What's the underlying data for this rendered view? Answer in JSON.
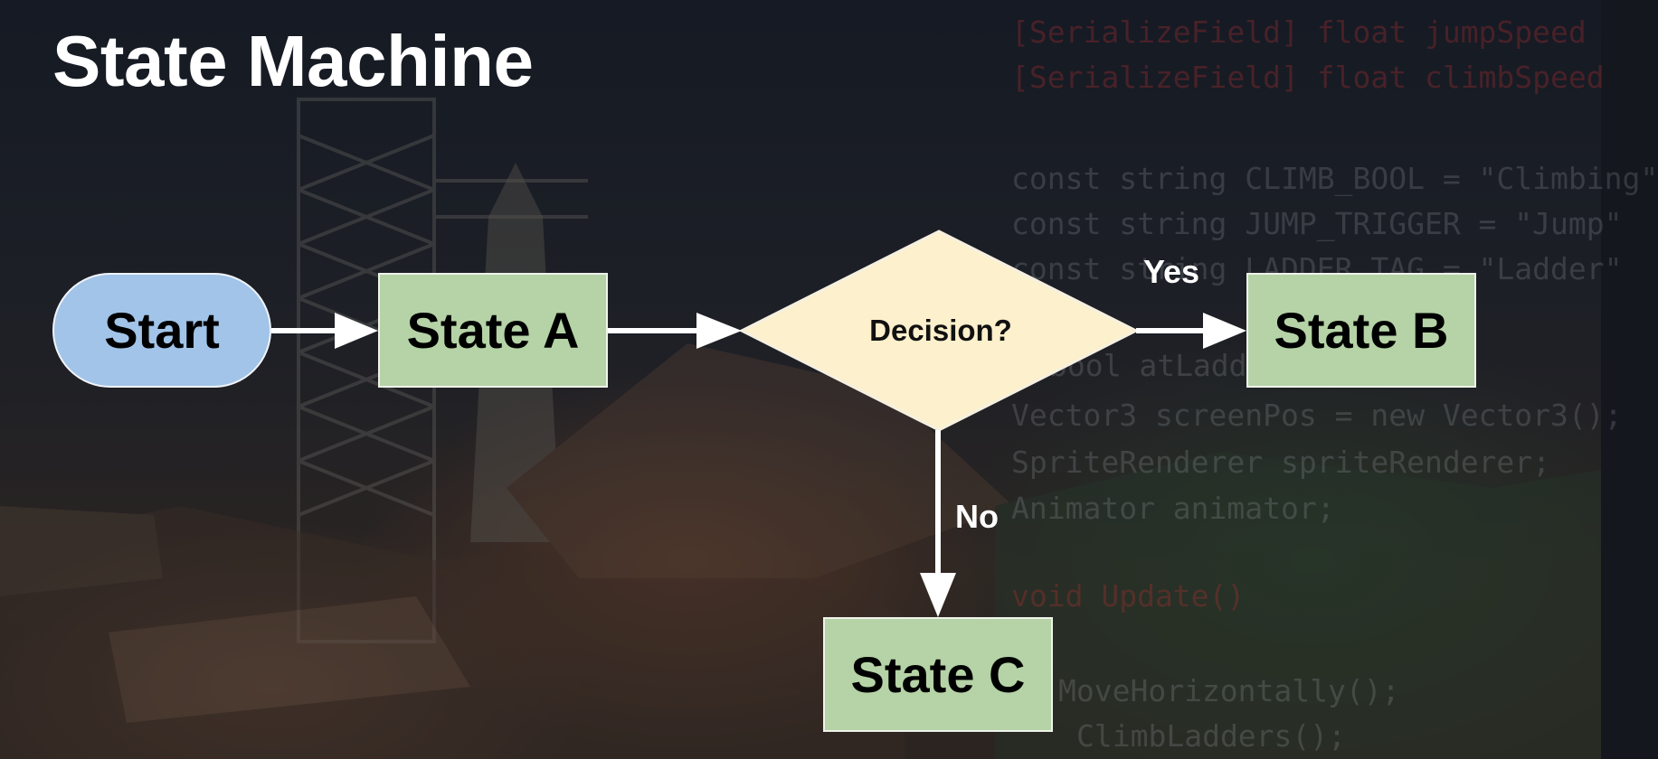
{
  "slide": {
    "title": "State Machine"
  },
  "diagram": {
    "nodes": {
      "start": {
        "label": "Start",
        "shape": "rounded-pill",
        "color": "#a1c4e8"
      },
      "state_a": {
        "label": "State A",
        "shape": "rectangle",
        "color": "#b5d3a6"
      },
      "decision": {
        "label": "Decision?",
        "shape": "diamond",
        "color": "#fdf0cc"
      },
      "state_b": {
        "label": "State B",
        "shape": "rectangle",
        "color": "#b5d3a6"
      },
      "state_c": {
        "label": "State C",
        "shape": "rectangle",
        "color": "#b5d3a6"
      }
    },
    "edges": [
      {
        "from": "start",
        "to": "state_a",
        "label": ""
      },
      {
        "from": "state_a",
        "to": "decision",
        "label": ""
      },
      {
        "from": "decision",
        "to": "state_b",
        "label": "Yes"
      },
      {
        "from": "decision",
        "to": "state_c",
        "label": "No"
      }
    ],
    "edge_labels": {
      "yes": "Yes",
      "no": "No"
    }
  },
  "background_code": {
    "lines": [
      "[SerializeField] float jumpSpeed",
      "[SerializeField] float climbSpeed",
      "const string CLIMB_BOOL = \"Climbing\"",
      "const string JUMP_TRIGGER = \"Jump\"",
      "const string LADDER_TAG = \"Ladder\"",
      "bool atLadder;",
      "Vector3 screenPos = new Vector3();",
      "SpriteRenderer spriteRenderer;",
      "Animator animator;",
      "void Update()",
      "MoveHorizontally();",
      "ClimbLadders();"
    ]
  },
  "colors": {
    "arrow": "#ffffff",
    "title": "#ffffff",
    "code_keyword": "#be3232"
  }
}
